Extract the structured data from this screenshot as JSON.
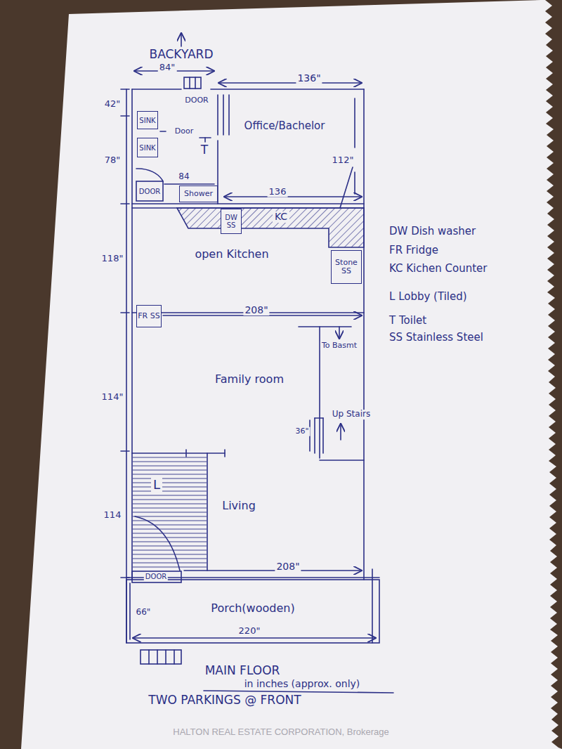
{
  "diagram": {
    "nodes": [
      {
        "text": [
          "SINK"
        ]
      },
      {
        "text": [
          "SINK"
        ]
      },
      {
        "text": [
          "Shower"
        ]
      },
      {
        "text": [
          "DW SS"
        ]
      },
      {
        "text": [
          "KC"
        ]
      },
      {
        "text": [
          "Stone SS"
        ]
      },
      {
        "text": [
          "FR SS"
        ]
      },
      {
        "text": [
          "L"
        ]
      }
    ],
    "labels": [
      "BACKYARD",
      "84\"",
      "DOOR",
      "136\"",
      "42\"",
      "Door",
      "T",
      "Office/Bachelor",
      "78\"",
      "112\"",
      "84",
      "DOOR",
      "136",
      "open Kitchen",
      "118\"",
      "208\"",
      "DW Dish washer",
      "FR Fridge",
      "KC Kichen Counter",
      "L Lobby (Tiled)",
      "T Toilet",
      "SS Stainless Steel",
      "To Basmt",
      "Family room",
      "114\"",
      "Up Stairs",
      "36\"",
      "Living",
      "114",
      "DOOR",
      "208\"",
      "66\"",
      "Porch(wooden)",
      "220\"",
      "MAIN FLOOR",
      "in inches (approx. only)",
      "TWO PARKINGS @ FRONT",
      "HALTON REAL ESTATE CORPORATION, Brokerage"
    ]
  }
}
